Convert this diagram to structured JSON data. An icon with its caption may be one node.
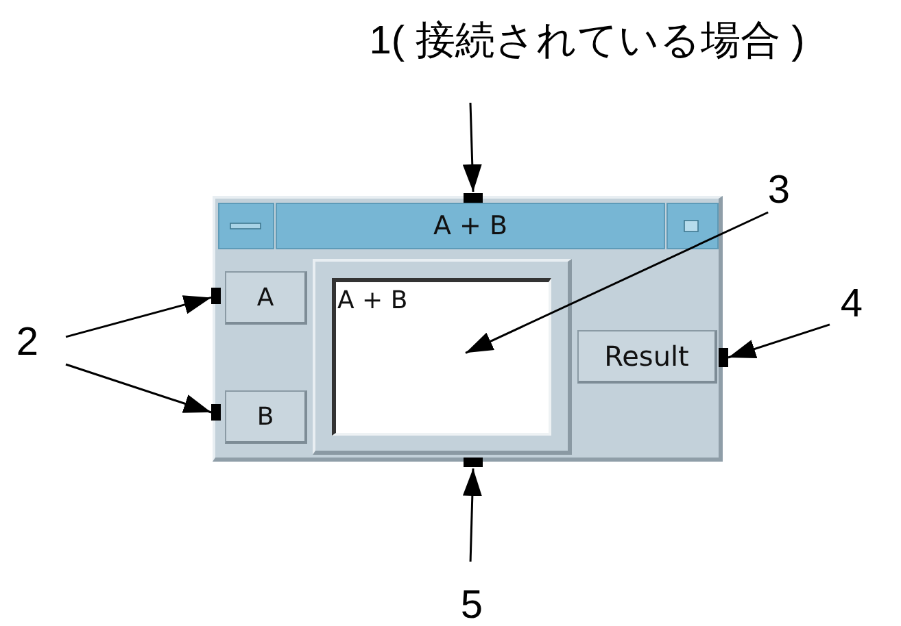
{
  "diagram": {
    "nodes": [
      {
        "text": [
          "1( 接続されている場合 )"
        ]
      },
      {
        "text": [
          "A + B"
        ]
      },
      {
        "text": [],
        "shape": "box",
        "in": 1
      },
      {
        "text": [
          "A"
        ],
        "in": 1
      },
      {
        "text": [],
        "shape": "box",
        "in": 1
      },
      {
        "text": [
          "A + B"
        ],
        "in": 1
      },
      {
        "text": [
          "Result"
        ],
        "in": 1
      },
      {
        "text": [],
        "shape": "box",
        "in": 1
      },
      {
        "text": [
          "B"
        ],
        "in": 1
      },
      {
        "text": [],
        "shape": "box",
        "in": 1
      },
      {
        "text": [],
        "shape": "box",
        "in": 1
      },
      {
        "text": [
          "2"
        ]
      },
      {
        "text": [
          "3"
        ]
      },
      {
        "text": [
          "4"
        ]
      },
      {
        "text": [
          "5"
        ]
      }
    ],
    "edges": [
      {
        "from": 0,
        "to": 2,
        "arrow": "to"
      },
      {
        "from": 11,
        "to": 4,
        "arrow": "to"
      },
      {
        "from": 11,
        "to": 9,
        "arrow": "to"
      },
      {
        "from": 12,
        "to": 5,
        "arrow": "to"
      },
      {
        "from": 13,
        "to": 7,
        "arrow": "to"
      },
      {
        "from": 14,
        "to": 10,
        "arrow": "to"
      }
    ]
  }
}
